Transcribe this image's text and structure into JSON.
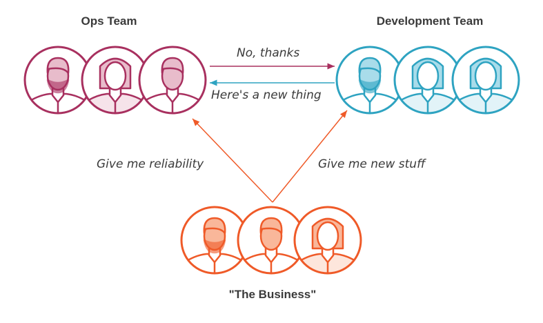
{
  "groups": {
    "ops": {
      "title": "Ops Team",
      "color": "#a8305f",
      "fill": "#e8bccb",
      "light": "#f6e3ea"
    },
    "dev": {
      "title": "Development Team",
      "color": "#2ea3c1",
      "fill": "#a9dcea",
      "light": "#e2f3f8"
    },
    "business": {
      "title": "\"The Business\"",
      "color": "#ef5a28",
      "fill": "#f9b79a",
      "light": "#fde6dc"
    }
  },
  "arrows": {
    "ops_to_dev": "No, thanks",
    "dev_to_ops": "Here's a new thing",
    "business_to_ops": "Give me reliability",
    "business_to_dev": "Give me new stuff"
  }
}
